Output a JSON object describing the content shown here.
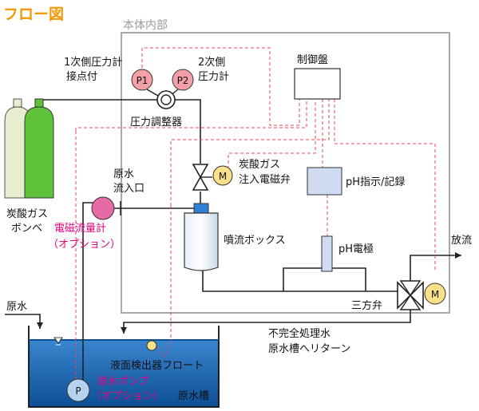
{
  "title": "フロー図",
  "frame_label": "本体内部",
  "colors": {
    "accent_title": "#f39800",
    "option_text": "#e4007f",
    "signal_line": "#e8455a",
    "frame": "#a8a8a8",
    "water": "#1e6fb8",
    "gauge": "#f4a0a8",
    "motor": "#fbe08a",
    "controller": "#cfdcf2",
    "pump": "#b7d2f0",
    "flowmeter": "#e66aa6",
    "cylinder_left": "#e7edcf",
    "cylinder_right": "#5fc33a"
  },
  "labels": {
    "p1_line1": "1次側圧力計",
    "p1_line2": "接点付",
    "p2_line1": "2次側",
    "p2_line2": "圧力計",
    "p1": "P1",
    "p2": "P2",
    "regulator": "圧力調整器",
    "control_panel": "制御盤",
    "solenoid_line1": "炭酸ガス",
    "solenoid_line2": "注入電磁弁",
    "motor": "M",
    "ph_indicator": "pH指示/記録",
    "raw_inlet_line1": "原水",
    "raw_inlet_line2": "流入口",
    "co2_line1": "炭酸ガス",
    "co2_line2": "ボンベ",
    "flowmeter_line1": "電磁流量計",
    "flowmeter_line2": "（オプション）",
    "jet_box": "噴流ボックス",
    "ph_electrode": "pH電極",
    "discharge": "放流",
    "three_way": "三方弁",
    "raw_water": "原水",
    "return_line1": "不完全処理水",
    "return_line2": "原水槽へリターン",
    "float": "液面検出器フロート",
    "pump_line1": "原水ポンプ",
    "pump_line2": "（オプション）",
    "pump": "P",
    "tank": "原水槽"
  }
}
